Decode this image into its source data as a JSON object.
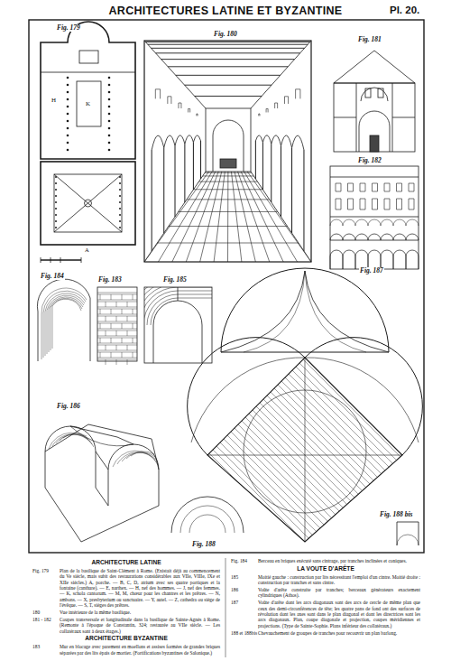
{
  "diagram": {
    "title": "ARCHITECTURES LATINE ET BYZANTINE",
    "labels": [
      "Pl. 20.",
      "Fig. 179",
      "Fig. 180",
      "Fig. 181",
      "Fig. 182",
      "Fig. 184",
      "Fig. 183",
      "Fig. 185",
      "Fig. 187",
      "Fig. 186",
      "Fig. 188",
      "Fig. 188 bis",
      "H",
      "K",
      "A",
      "ARCHITECTURE LATINE",
      "Fig. 179",
      "Plan de la basilique de Saint-Clément à Rome. (Existait déjà au commencement du Ve siècle, mais subit des restaurations considérables aux VIIe, VIIIe, IXe et XIIe siècles.) A, porche. — B, C, D, atrium avec ses quatre portiques et la fontaine (canthare). — E, narthex. — H, nef des hommes. — J, nef des femmes. — K, schola cantorum. — M, M, chœur pour les chantres et les prêtres. — N, ambons. — X, presbyterium ou sanctuaire. — Y, autel. — Z, cathedra ou siège de l'évêque. — S, T, sièges des prêtres.",
      "180",
      "Vue intérieure de la même basilique.",
      "181 - 182",
      "Coupes transversale et longitudinale dans la basilique de Sainte-Agnès à Rome. (Remonte à l'époque de Constantin, 324; restaurée au VIIe siècle. — Les collatéraux sont à deux étages.)",
      "ARCHITECTURE BYZANTINE",
      "183",
      "Mur en blocage avec parement en moellons et assises formées de grandes briques séparées par des lits épais de mortier. (Fortifications byzantines de Salonique.)",
      "Fig. 184",
      "Berceau en briques exécuté sans cintrage, par tranches inclinées et coniques.",
      "LA VOUTE D'ARÊTE",
      "185",
      "Moitié gauche : construction par lits nécessitant l'emploi d'un cintre. Moitié droite : construction par tranches et sans cintre.",
      "186",
      "Voûte d'arête construite par tranches; berceaux générateurs exactement cylindriques (Athos).",
      "187",
      "Voûte d'arête dont les arcs diagonaux sont des arcs de cercle de même plan que ceux des demi-circonférences de tête; les quatre pans de fond ont des surfaces de révolution dont les axes sont dans le plan diagonal et dont les directrices sont les arcs diagonaux. Plan, coupe diagonale et projection, coupes méridiennes et projections. (Type de Sainte-Sophie. Plans inférieur des collatéraux.)",
      "188 et 188bis",
      "Chevauchement de groupes de tranches pour recouvrir un plan barlong."
    ]
  }
}
